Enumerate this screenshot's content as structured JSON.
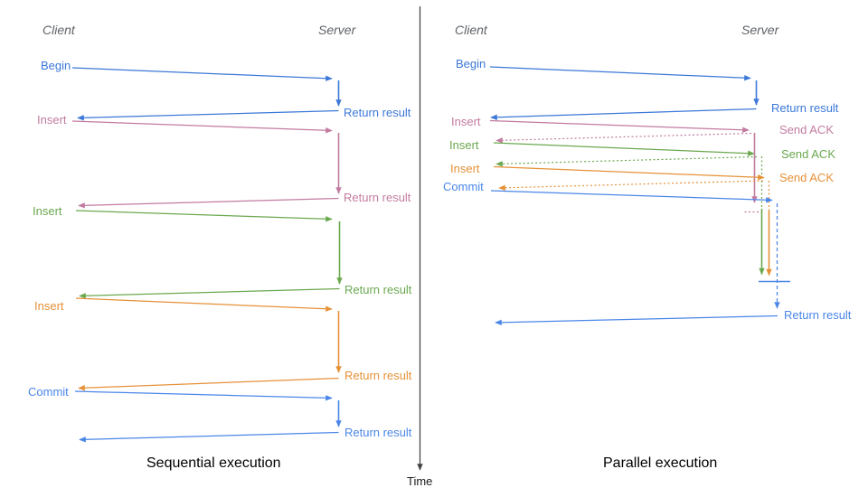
{
  "colors": {
    "begin_blue": "#3c78d8",
    "commit_blue": "#4a86e8",
    "insert_pink": "#c27ba0",
    "insert_green": "#6aa84f",
    "insert_orange": "#e69138",
    "time_axis": "#424242",
    "header_gray": "#5f6368",
    "title_black": "#000000"
  },
  "time_axis": {
    "label": "Time"
  },
  "sequential": {
    "title": "Sequential execution",
    "client_header": "Client",
    "server_header": "Server",
    "begin_label": "Begin",
    "return1_label": "Return result",
    "insert1_label": "Insert",
    "return2_label": "Return result",
    "insert2_label": "Insert",
    "return3_label": "Return result",
    "insert3_label": "Insert",
    "return4_label": "Return result",
    "commit_label": "Commit",
    "return5_label": "Return result"
  },
  "parallel": {
    "title": "Parallel execution",
    "client_header": "Client",
    "server_header": "Server",
    "begin_label": "Begin",
    "return_begin_label": "Return result",
    "insert1_label": "Insert",
    "ack1_label": "Send ACK",
    "insert2_label": "Insert",
    "ack2_label": "Send ACK",
    "insert3_label": "Insert",
    "ack3_label": "Send ACK",
    "commit_label": "Commit",
    "return_commit_label": "Return result"
  }
}
